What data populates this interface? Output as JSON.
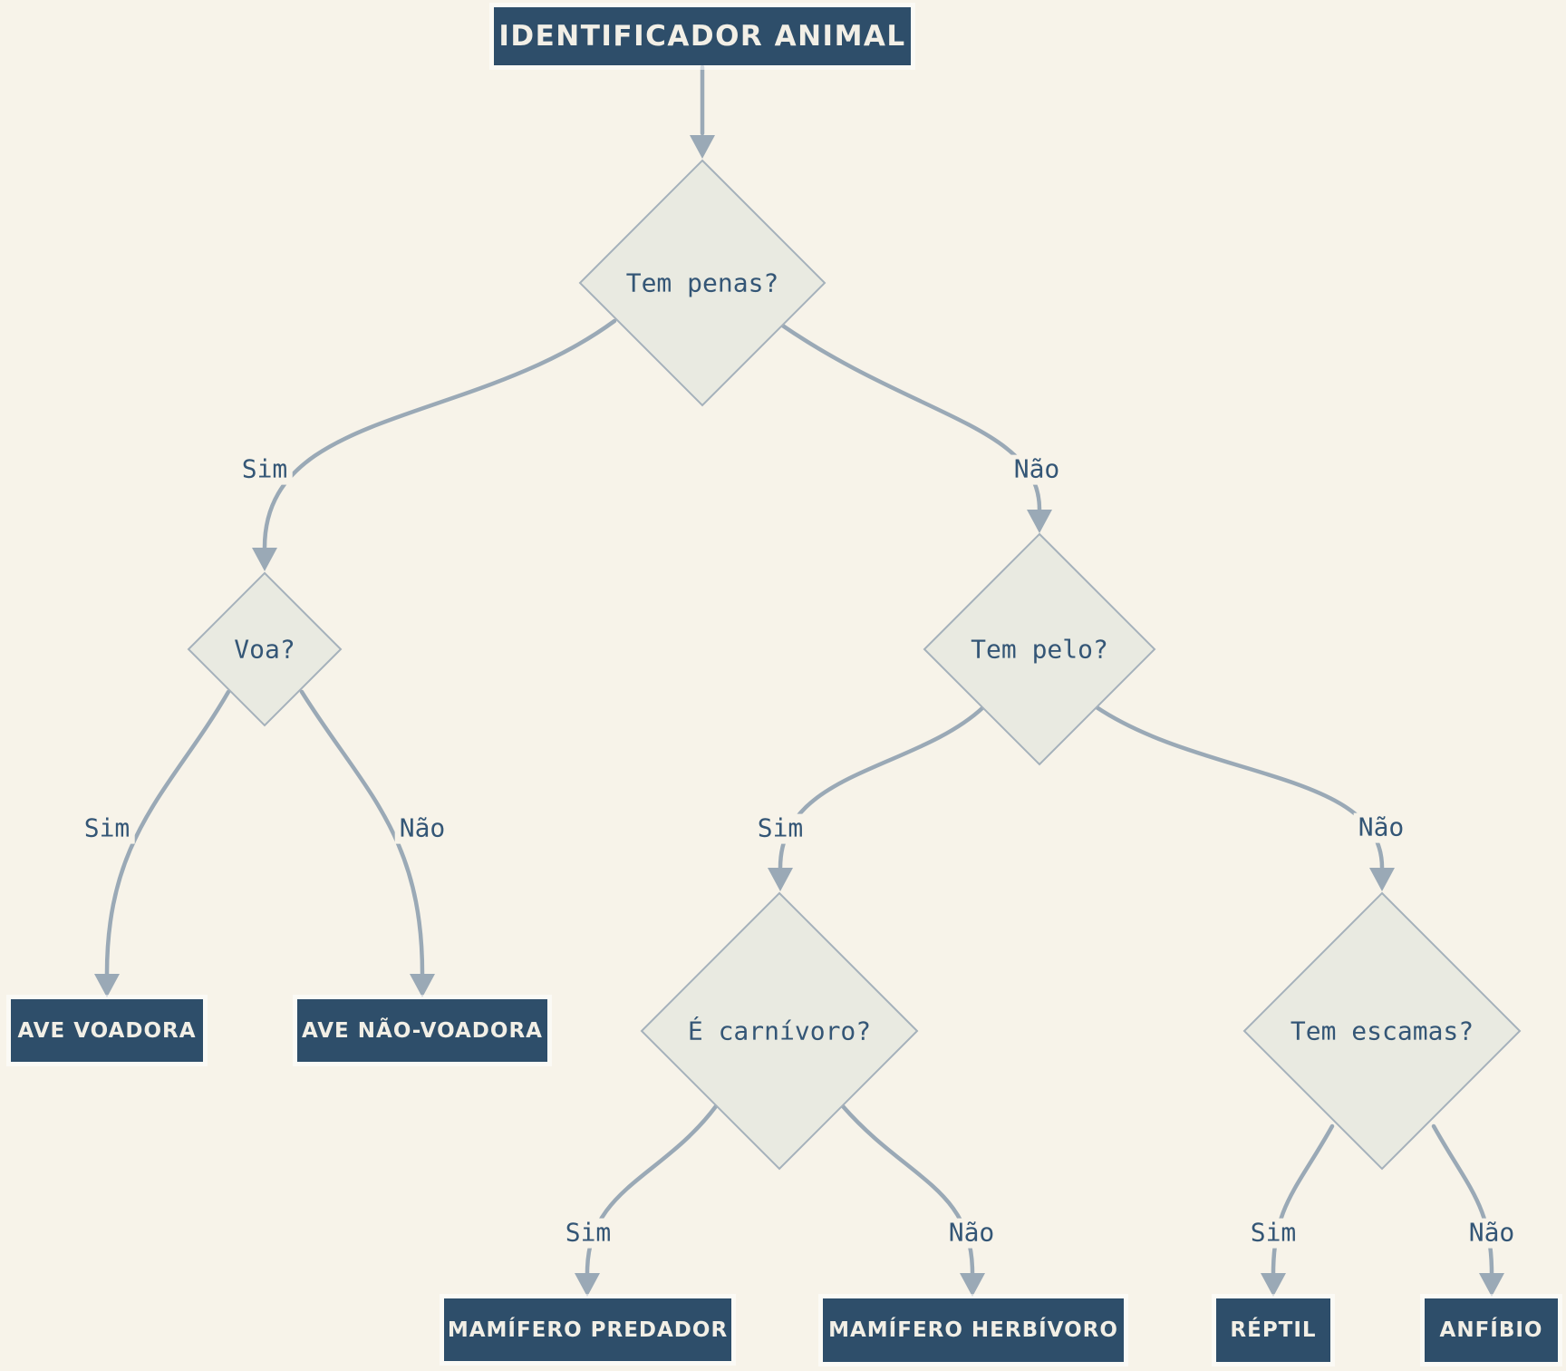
{
  "diagram": {
    "title": "IDENTIFICADOR ANIMAL",
    "questions": {
      "penas": "Tem penas?",
      "voa": "Voa?",
      "pelo": "Tem pelo?",
      "carnivoro": "É carnívoro?",
      "escamas": "Tem escamas?"
    },
    "labels": {
      "yes": "Sim",
      "no": "Não"
    },
    "results": {
      "ave_voadora": "AVE VOADORA",
      "ave_nao_voadora": "AVE NÃO-VOADORA",
      "mamifero_predador": "MAMÍFERO PREDADOR",
      "mamifero_herbivoro": "MAMÍFERO HERBÍVORO",
      "reptil": "RÉPTIL",
      "anfibio": "ANFÍBIO"
    },
    "colors": {
      "background": "#f7f3e9",
      "node_fill": "#2e4e6a",
      "node_text": "#f2efe6",
      "diamond_fill": "#e9eae1",
      "diamond_stroke": "#a5b1bb",
      "edge": "#9aa9b6",
      "question_text": "#345676"
    }
  }
}
